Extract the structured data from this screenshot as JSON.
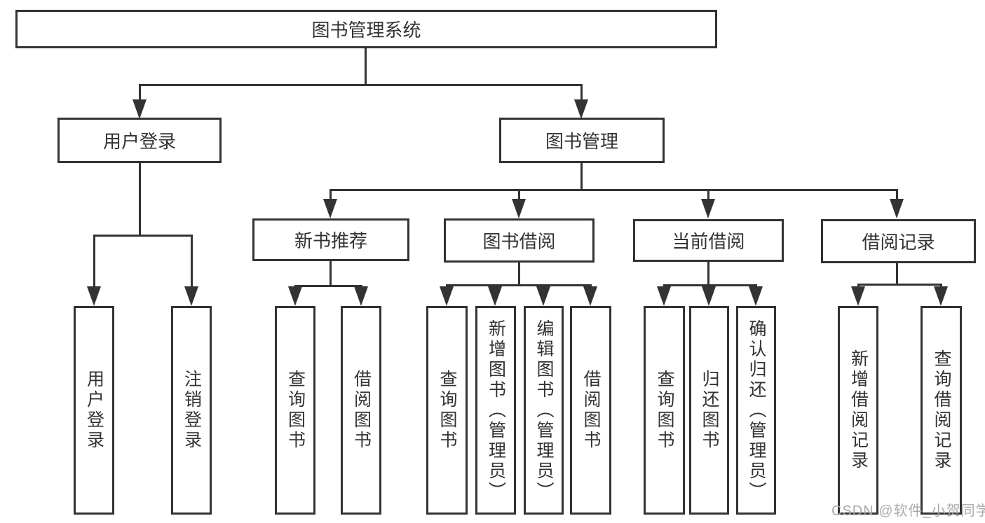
{
  "diagram_title": "图书管理系统",
  "nodes": {
    "root": "图书管理系统",
    "user_login": "用户登录",
    "book_management": "图书管理",
    "new_book_recommend": "新书推荐",
    "book_borrowing": "图书借阅",
    "current_borrowing": "当前借阅",
    "borrowing_records": "借阅记录",
    "leaf_user_login": "用户登录",
    "leaf_logout": "注销登录",
    "leaf_nb_query_books": "查询图书",
    "leaf_nb_borrow_books": "借阅图书",
    "leaf_bb_query_books": "查询图书",
    "leaf_bb_add_books": "新增图书（管理员）",
    "leaf_bb_edit_books": "编辑图书（管理员）",
    "leaf_bb_borrow_books": "借阅图书",
    "leaf_cb_query_books": "查询图书",
    "leaf_cb_return_books": "归还图书",
    "leaf_cb_confirm_return": "确认归还（管理员）",
    "leaf_br_add_record": "新增借阅记录",
    "leaf_br_query_record": "查询借阅记录"
  },
  "watermark": "CSDN @软件_小贺同学",
  "colors": {
    "line": "#333333",
    "text": "#333333",
    "watermark": "#a5a5a5",
    "background": "#ffffff"
  }
}
